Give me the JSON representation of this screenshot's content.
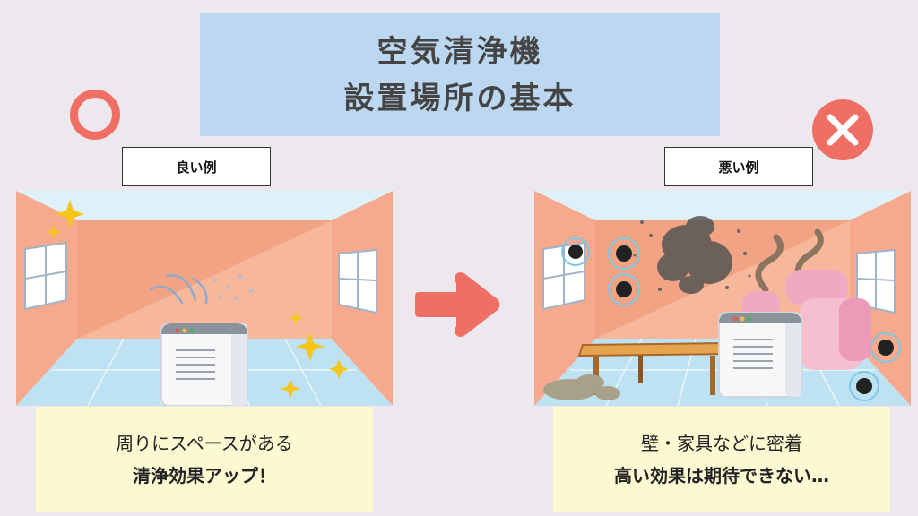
{
  "title": {
    "line1": "空気清浄機",
    "line2": "設置場所の基本"
  },
  "good": {
    "label": "良い例",
    "caption_line1": "周りにスペースがある",
    "caption_line2": "清浄効果アップ！",
    "mark_icon": "circle-icon"
  },
  "bad": {
    "label": "悪い例",
    "caption_line1": "壁・家具などに密着",
    "caption_line2": "高い効果は期待できない…",
    "mark_icon": "cross-icon"
  },
  "colors": {
    "accent_red": "#ef6f64",
    "title_bg": "#bcd8f1",
    "caption_bg": "#fbf8d2",
    "wall": "#f6a98c",
    "floor": "#bfe2f2"
  }
}
